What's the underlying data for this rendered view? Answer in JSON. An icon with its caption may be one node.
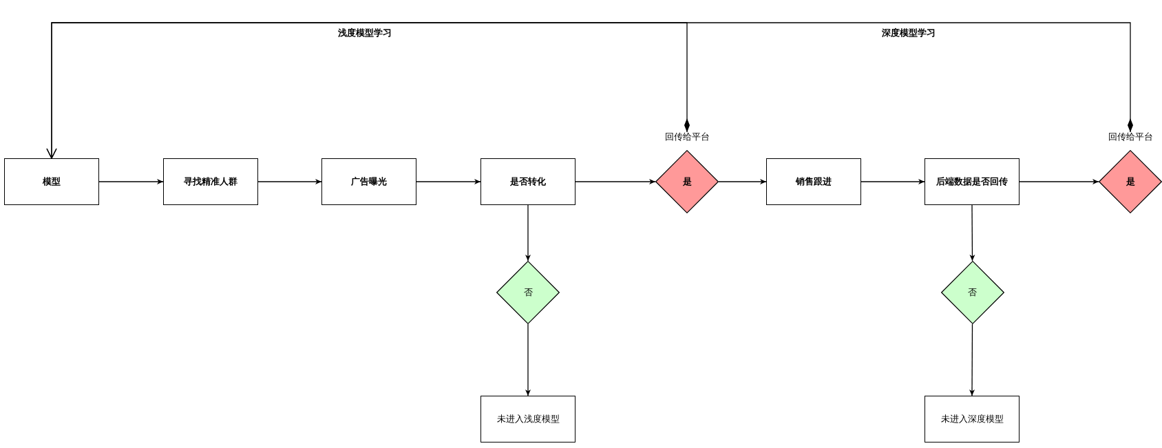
{
  "diagram": {
    "nodes": [
      {
        "text": [
          "模型"
        ]
      },
      {
        "text": [
          "寻找精准人群"
        ]
      },
      {
        "text": [
          "广告曝光"
        ]
      },
      {
        "text": [
          "是否转化"
        ]
      },
      {
        "text": [
          "是"
        ],
        "beside": [
          "回传给平台"
        ]
      },
      {
        "text": [
          "销售跟进"
        ]
      },
      {
        "text": [
          "后端数据是否回传"
        ]
      },
      {
        "text": [
          "是"
        ],
        "beside": [
          "回传给平台"
        ]
      },
      {
        "text": [
          "否"
        ]
      },
      {
        "text": [
          "未进入浅度模型"
        ]
      },
      {
        "text": [
          "否"
        ]
      },
      {
        "text": [
          "未进入深度模型"
        ]
      }
    ],
    "edges": [
      {
        "from": 0,
        "to": 1,
        "arrow": "to"
      },
      {
        "from": 1,
        "to": 2,
        "arrow": "to"
      },
      {
        "from": 2,
        "to": 3,
        "arrow": "to"
      },
      {
        "from": 3,
        "to": 4,
        "arrow": "to"
      },
      {
        "from": 4,
        "to": 5,
        "arrow": "to"
      },
      {
        "from": 5,
        "to": 6,
        "arrow": "to"
      },
      {
        "from": 6,
        "to": 7,
        "arrow": "to"
      },
      {
        "from": 3,
        "to": 8,
        "arrow": "to"
      },
      {
        "from": 8,
        "to": 9,
        "arrow": "to"
      },
      {
        "from": 6,
        "to": 10,
        "arrow": "to"
      },
      {
        "from": 10,
        "to": 11,
        "arrow": "to"
      },
      {
        "from": 4,
        "to": 0,
        "arrow": "to",
        "label": "浅度模型学习"
      },
      {
        "from": 7,
        "to": 0,
        "arrow": "to",
        "label": "深度模型学习"
      }
    ]
  }
}
